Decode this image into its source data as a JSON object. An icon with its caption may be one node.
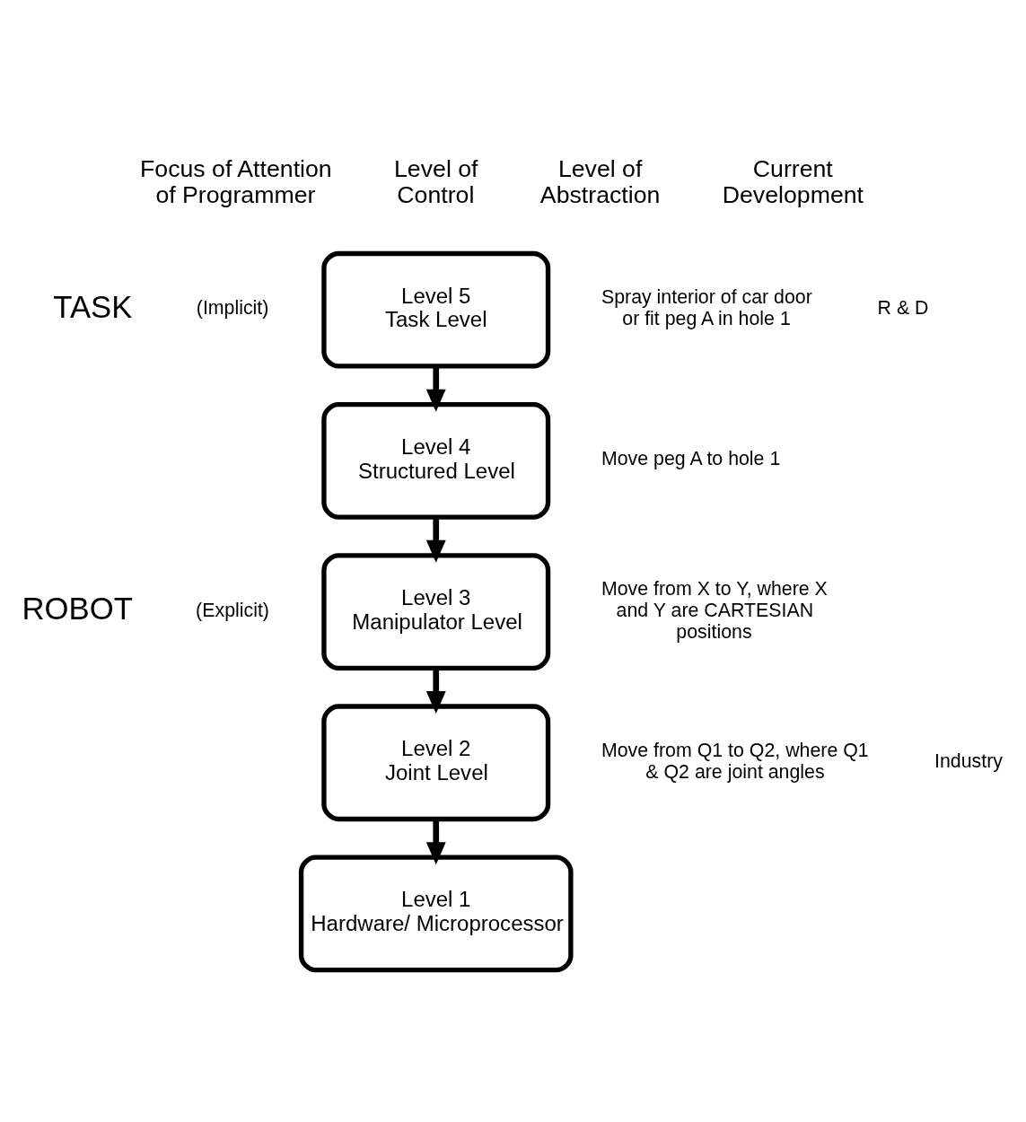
{
  "diagram": {
    "nodes": [
      {
        "text": [
          "Level 5",
          "Task Level"
        ]
      },
      {
        "text": [
          "Level 4",
          "Structured Level"
        ]
      },
      {
        "text": [
          "Level 3",
          "Manipulator Level"
        ]
      },
      {
        "text": [
          "Level 2",
          "Joint Level"
        ]
      },
      {
        "text": [
          "Level 1",
          "Hardware/ Microprocessor"
        ]
      }
    ],
    "edges": [
      {
        "from": 0,
        "to": 1,
        "arrow": "to"
      },
      {
        "from": 1,
        "to": 2,
        "arrow": "to"
      },
      {
        "from": 2,
        "to": 3,
        "arrow": "to"
      },
      {
        "from": 3,
        "to": 4,
        "arrow": "to"
      }
    ],
    "labels": [
      "Focus of Attention of Programmer",
      "Level of Control",
      "Level of Abstraction",
      "Current Development",
      "TASK",
      "(Implicit)",
      "Spray interior of car door or fit peg A in hole 1",
      "R & D",
      "Move peg A to hole 1",
      "ROBOT",
      "(Explicit)",
      "Move from X to Y, where X and Y are CARTESIAN positions",
      "Move from Q1 to Q2, where Q1 & Q2 are joint angles",
      "Industry"
    ]
  }
}
